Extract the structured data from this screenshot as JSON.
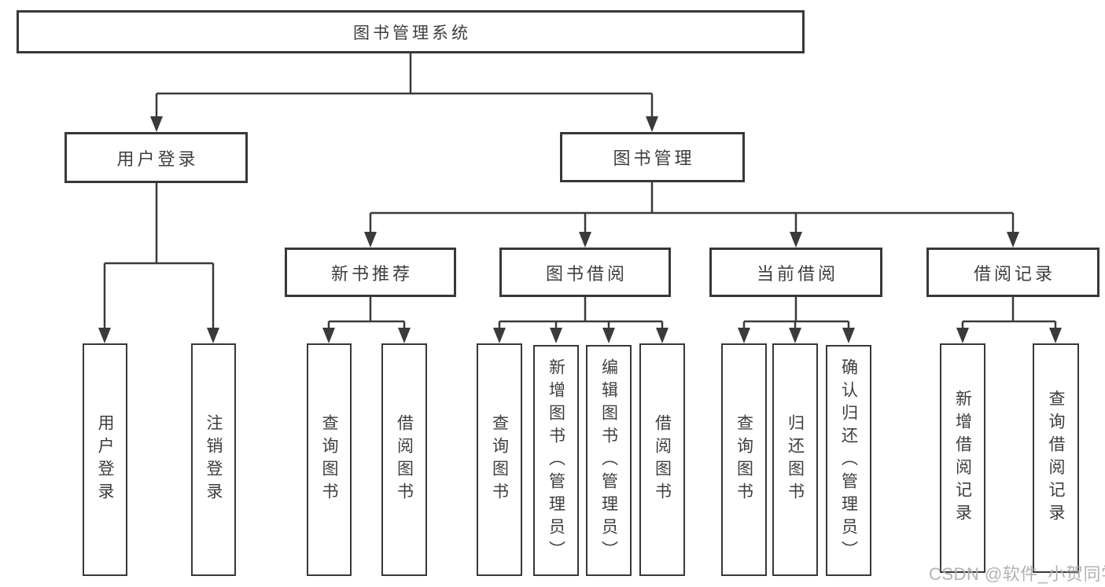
{
  "diagram": {
    "root": {
      "label": "图书管理系统"
    },
    "branches": [
      {
        "label": "用户登录",
        "children": [
          {
            "label": "用户登录"
          },
          {
            "label": "注销登录"
          }
        ]
      },
      {
        "label": "图书管理",
        "children": [
          {
            "label": "新书推荐",
            "children": [
              {
                "label": "查询图书"
              },
              {
                "label": "借阅图书"
              }
            ]
          },
          {
            "label": "图书借阅",
            "children": [
              {
                "label": "查询图书"
              },
              {
                "label": "新增图书（管理员）"
              },
              {
                "label": "编辑图书（管理员）"
              },
              {
                "label": "借阅图书"
              }
            ]
          },
          {
            "label": "当前借阅",
            "children": [
              {
                "label": "查询图书"
              },
              {
                "label": "归还图书"
              },
              {
                "label": "确认归还（管理员）"
              }
            ]
          },
          {
            "label": "借阅记录",
            "children": [
              {
                "label": "新增借阅记录"
              },
              {
                "label": "查询借阅记录"
              }
            ]
          }
        ]
      }
    ]
  },
  "watermark": {
    "text": "CSDN @软件_小贺同学"
  },
  "colors": {
    "line": "#3a3a3a",
    "border": "#383838",
    "text": "#3e3e3e",
    "watermark": "#b4b1b4",
    "background": "#ffffff"
  }
}
